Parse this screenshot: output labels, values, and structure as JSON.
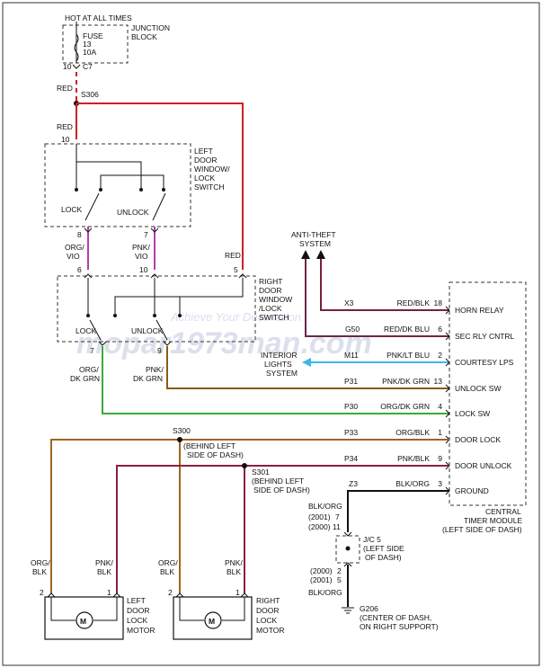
{
  "labels": {
    "hot_at_all_times": "HOT AT ALL TIMES",
    "junction_block_1": "JUNCTION",
    "junction_block_2": "BLOCK",
    "fuse_1": "FUSE",
    "fuse_2": "13",
    "fuse_3": "10A",
    "fuse_pin": "10",
    "fuse_conn": "C7",
    "red_1": "RED",
    "splice_s306": "S306",
    "red_2": "RED",
    "pin_10_top": "10",
    "left_switch_1": "LEFT",
    "left_switch_2": "DOOR",
    "left_switch_3": "WINDOW/",
    "left_switch_4": "LOCK",
    "left_switch_5": "SWITCH",
    "lock_1": "LOCK",
    "unlock_1": "UNLOCK",
    "pin_8": "8",
    "pin_7a": "7",
    "org_vio_1": "ORG/",
    "org_vio_2": "VIO",
    "pnk_vio_1": "PNK/",
    "pnk_vio_2": "VIO",
    "pin_6": "6",
    "pin_10b": "10",
    "red_3": "RED",
    "pin_5": "5",
    "right_switch_1": "RIGHT",
    "right_switch_2": "DOOR",
    "right_switch_3": "WINDOW",
    "right_switch_4": "/LOCK",
    "right_switch_5": "SWITCH",
    "lock_2": "LOCK",
    "unlock_2": "UNLOCK",
    "pin_7b": "7",
    "pin_9": "9",
    "org_dkgrn_1": "ORG/",
    "org_dkgrn_2": "DK GRN",
    "pnk_dkgrn_1": "PNK/",
    "pnk_dkgrn_2": "DK GRN",
    "anti_theft_1": "ANTI-THEFT",
    "anti_theft_2": "SYSTEM",
    "interior_1": "INTERIOR",
    "interior_2": "LIGHTS",
    "interior_3": "SYSTEM",
    "splice_s300": "S300",
    "behind_left_1": "(BEHIND LEFT",
    "behind_left_2": "SIDE OF DASH)",
    "splice_s301": "S301",
    "behind_left_3": "(BEHIND LEFT",
    "behind_left_4": "SIDE OF DASH)",
    "blk_org_1": "BLK/ORG",
    "year_2001_a": "(2001)",
    "year_2000_a": "(2000)",
    "pin_7c": "7",
    "pin_11": "11",
    "jc5": "J/C 5",
    "jc5_2": "(LEFT SIDE",
    "jc5_3": "OF DASH)",
    "year_2000_b": "(2000)",
    "year_2001_b": "(2001)",
    "pin_2": "2",
    "pin_5b": "5",
    "blk_org_2": "BLK/ORG",
    "ground_g206": "G206",
    "ground_2": "(CENTER OF DASH,",
    "ground_3": "ON RIGHT SUPPORT)",
    "central_1": "CENTRAL",
    "central_2": "TIMER MODULE",
    "central_3": "(LEFT SIDE OF DASH)",
    "motor_l_wire_1a": "ORG/",
    "motor_l_wire_1b": "BLK",
    "motor_l_wire_2a": "PNK/",
    "motor_l_wire_2b": "BLK",
    "motor_r_wire_1a": "ORG/",
    "motor_r_wire_1b": "BLK",
    "motor_r_wire_2a": "PNK/",
    "motor_r_wire_2b": "BLK",
    "motor_l_pin_2": "2",
    "motor_l_pin_1": "1",
    "motor_r_pin_2": "2",
    "motor_r_pin_1": "1",
    "motor_l_1": "LEFT",
    "motor_l_2": "DOOR",
    "motor_l_3": "LOCK",
    "motor_l_4": "MOTOR",
    "motor_r_1": "RIGHT",
    "motor_r_2": "DOOR",
    "motor_r_3": "LOCK",
    "motor_r_4": "MOTOR",
    "m_symbol": "M",
    "watermark_1": "Achieve Your Destination",
    "watermark_2": "mopar1973man.com"
  },
  "module_rows": [
    {
      "circuit": "X3",
      "color": "RED/BLK",
      "pin": "18",
      "function": "HORN RELAY"
    },
    {
      "circuit": "G50",
      "color": "RED/DK BLU",
      "pin": "6",
      "function": "SEC RLY CNTRL"
    },
    {
      "circuit": "M11",
      "color": "PNK/LT BLU",
      "pin": "2",
      "function": "COURTESY LPS"
    },
    {
      "circuit": "P31",
      "color": "PNK/DK GRN",
      "pin": "13",
      "function": "UNLOCK SW"
    },
    {
      "circuit": "P30",
      "color": "ORG/DK GRN",
      "pin": "4",
      "function": "LOCK SW"
    },
    {
      "circuit": "P33",
      "color": "ORG/BLK",
      "pin": "1",
      "function": "DOOR LOCK"
    },
    {
      "circuit": "P34",
      "color": "PNK/BLK",
      "pin": "9",
      "function": "DOOR UNLOCK"
    },
    {
      "circuit": "Z3",
      "color": "BLK/ORG",
      "pin": "3",
      "function": "GROUND"
    }
  ],
  "wire_colors": {
    "red": "#cc2222",
    "violet": "#b040b0",
    "dark_red": "#7a1f3a",
    "dark_blue_red": "#6a2848",
    "light_blue": "#3ab8e8",
    "brown": "#8a5a1a",
    "green": "#3aaa3a",
    "orange_brown": "#a06420",
    "maroon": "#8a2040",
    "black": "#111111"
  }
}
